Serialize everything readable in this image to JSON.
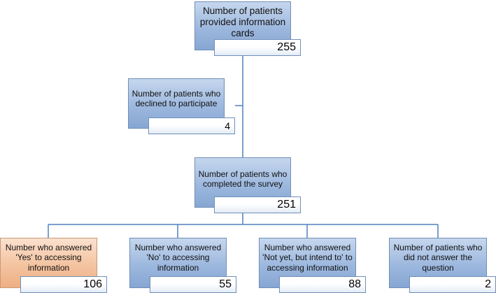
{
  "colors": {
    "connector": "#4f81bd",
    "node_fill": "#9db8de",
    "node_border": "#6f8fb9",
    "highlight_fill": "#f4c3a0",
    "highlight_border": "#c99a73",
    "count_fill": "#ffffff"
  },
  "nodes": {
    "provided": {
      "label": "Number of patients provided information cards",
      "count": "255"
    },
    "declined": {
      "label": "Number of patients who declined to participate",
      "count": "4"
    },
    "completed": {
      "label": "Number of patients who completed the survey",
      "count": "251"
    },
    "yes": {
      "label": "Number who answered 'Yes' to accessing information",
      "count": "106"
    },
    "no": {
      "label": "Number who answered 'No' to accessing information",
      "count": "55"
    },
    "not_yet": {
      "label": "Number who answered 'Not yet, but intend to' to accessing information",
      "count": "88"
    },
    "no_answer": {
      "label": "Number of patients who did not answer the question",
      "count": "2"
    }
  }
}
